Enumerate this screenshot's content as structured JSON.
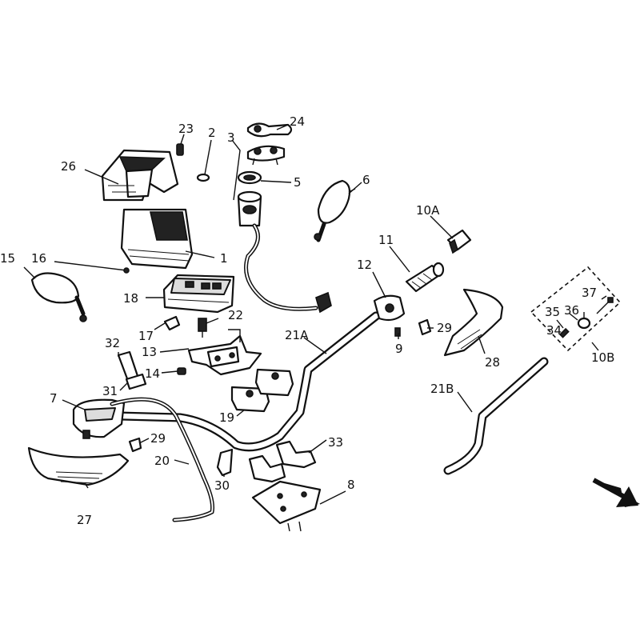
{
  "callouts": {
    "c1": "1",
    "c2": "2",
    "c3": "3",
    "c5": "5",
    "c6": "6",
    "c7": "7",
    "c8": "8",
    "c9": "9",
    "c10A": "10A",
    "c10B": "10B",
    "c11": "11",
    "c12": "12",
    "c13": "13",
    "c14": "14",
    "c15": "15",
    "c16": "16",
    "c17": "17",
    "c18": "18",
    "c19": "19",
    "c20": "20",
    "c21A": "21A",
    "c21B": "21B",
    "c22": "22",
    "c23": "23",
    "c24": "24",
    "c26": "26",
    "c27": "27",
    "c28": "28",
    "c29a": "29",
    "c29b": "29",
    "c30": "30",
    "c31": "31",
    "c32": "32",
    "c33": "33",
    "c34": "34",
    "c35": "35",
    "c36": "36",
    "c37": "37"
  },
  "icons": {
    "direction": "arrow-down-right-icon"
  }
}
